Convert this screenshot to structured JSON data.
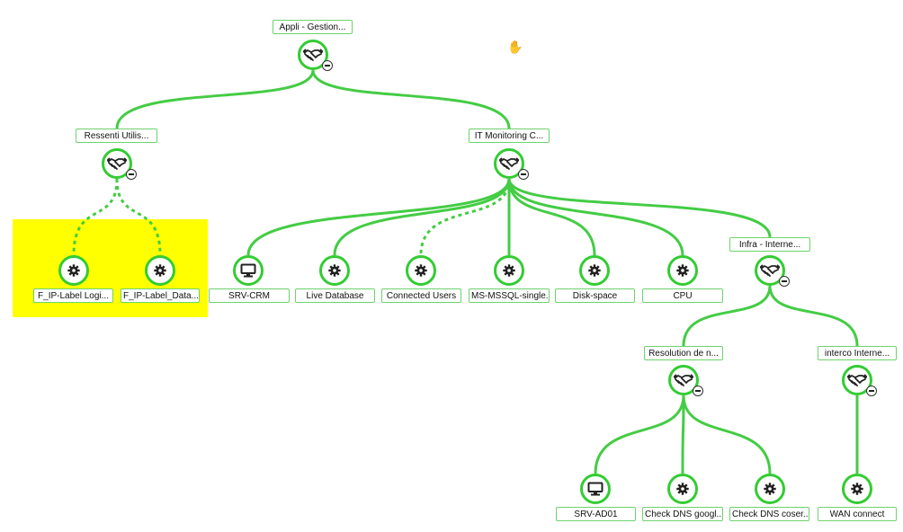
{
  "nodes": [
    {
      "id": "root",
      "label": "Appli - Gestion...",
      "icon": "handshake-icon",
      "collapsible": true
    },
    {
      "id": "ressenti",
      "label": "Ressenti Utilis...",
      "icon": "handshake-icon",
      "collapsible": true
    },
    {
      "id": "itmon",
      "label": "IT Monitoring C...",
      "icon": "handshake-icon",
      "collapsible": true
    },
    {
      "id": "fip1",
      "label": "F_IP-Label Logi...",
      "icon": "gear-icon",
      "collapsible": false
    },
    {
      "id": "fip2",
      "label": "F_IP-Label_Data...",
      "icon": "gear-icon",
      "collapsible": false
    },
    {
      "id": "srvcrm",
      "label": "SRV-CRM",
      "icon": "monitor-icon",
      "collapsible": false
    },
    {
      "id": "livedb",
      "label": "Live Database",
      "icon": "gear-icon",
      "collapsible": false
    },
    {
      "id": "connusers",
      "label": "Connected Users",
      "icon": "gear-icon",
      "collapsible": false
    },
    {
      "id": "mssql",
      "label": "MS-MSSQL-single...",
      "icon": "gear-icon",
      "collapsible": false
    },
    {
      "id": "disk",
      "label": "Disk-space",
      "icon": "gear-icon",
      "collapsible": false
    },
    {
      "id": "cpu",
      "label": "CPU",
      "icon": "gear-icon",
      "collapsible": false
    },
    {
      "id": "infra",
      "label": "Infra - Interne...",
      "icon": "handshake-icon",
      "collapsible": true
    },
    {
      "id": "resol",
      "label": "Resolution de n...",
      "icon": "handshake-icon",
      "collapsible": true
    },
    {
      "id": "interco",
      "label": "interco Interne...",
      "icon": "handshake-icon",
      "collapsible": true
    },
    {
      "id": "srvad",
      "label": "SRV-AD01",
      "icon": "monitor-icon",
      "collapsible": false
    },
    {
      "id": "dnsg",
      "label": "Check DNS googl...",
      "icon": "gear-icon",
      "collapsible": false
    },
    {
      "id": "dnsc",
      "label": "Check DNS coser...",
      "icon": "gear-icon",
      "collapsible": false
    },
    {
      "id": "wan",
      "label": "WAN connect",
      "icon": "gear-icon",
      "collapsible": false
    }
  ],
  "edges": [
    {
      "from": "root",
      "to": "ressenti",
      "style": "solid"
    },
    {
      "from": "root",
      "to": "itmon",
      "style": "solid"
    },
    {
      "from": "ressenti",
      "to": "fip1",
      "style": "dashed"
    },
    {
      "from": "ressenti",
      "to": "fip2",
      "style": "dashed"
    },
    {
      "from": "itmon",
      "to": "srvcrm",
      "style": "solid"
    },
    {
      "from": "itmon",
      "to": "livedb",
      "style": "solid"
    },
    {
      "from": "itmon",
      "to": "connusers",
      "style": "dashed"
    },
    {
      "from": "itmon",
      "to": "mssql",
      "style": "solid"
    },
    {
      "from": "itmon",
      "to": "disk",
      "style": "solid"
    },
    {
      "from": "itmon",
      "to": "cpu",
      "style": "solid"
    },
    {
      "from": "itmon",
      "to": "infra",
      "style": "solid"
    },
    {
      "from": "infra",
      "to": "resol",
      "style": "solid"
    },
    {
      "from": "infra",
      "to": "interco",
      "style": "solid"
    },
    {
      "from": "resol",
      "to": "srvad",
      "style": "solid"
    },
    {
      "from": "resol",
      "to": "dnsg",
      "style": "solid"
    },
    {
      "from": "resol",
      "to": "dnsc",
      "style": "solid"
    },
    {
      "from": "interco",
      "to": "wan",
      "style": "solid"
    }
  ],
  "highlighted": [
    "fip1",
    "fip2"
  ],
  "colors": {
    "node": "#33cc33",
    "edge": "#44cc44",
    "highlight": "#ffff00"
  },
  "cursor_icon": "hand-cursor-icon"
}
